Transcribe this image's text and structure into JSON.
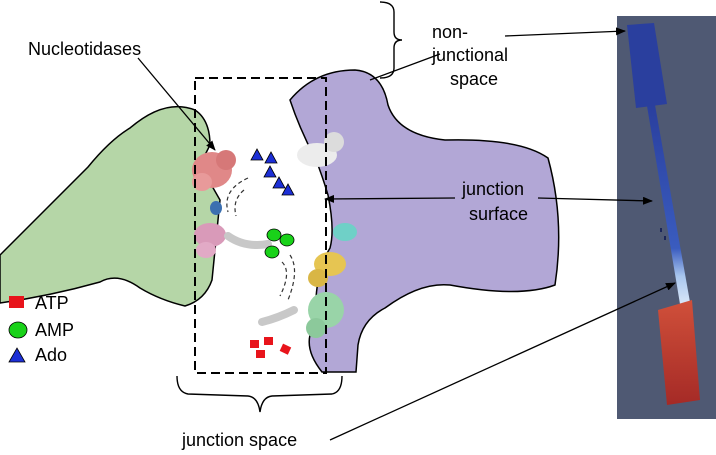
{
  "labels": {
    "nucleotidases": "Nucleotidases",
    "non_junctional_line1": "non-",
    "non_junctional_line2": "junctional",
    "non_junctional_line3": "space",
    "junction_surface_line1": "junction",
    "junction_surface_line2": "surface",
    "junction_space": "junction space"
  },
  "legend": [
    {
      "symbol": "red-square",
      "label": "ATP",
      "color": "#e8141b"
    },
    {
      "symbol": "green-circle",
      "label": "AMP",
      "color": "#19d219"
    },
    {
      "symbol": "blue-triangle",
      "label": "Ado",
      "color": "#1c2fd6"
    }
  ],
  "colors": {
    "left_cell": "#b5d6a7",
    "right_cell": "#b2a7d6",
    "simulation_background": "#4f5973",
    "channel_blue": "#2a3f9e",
    "chamber_red": "#b83328"
  }
}
